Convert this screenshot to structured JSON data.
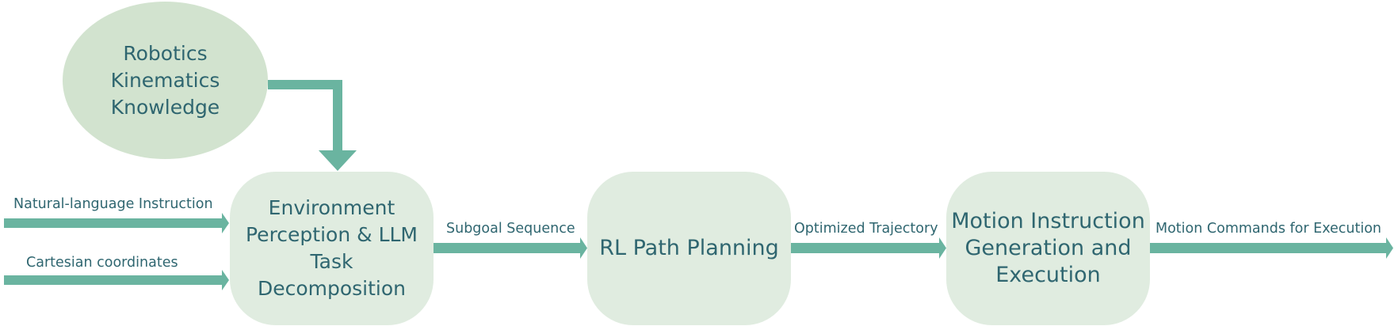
{
  "colors": {
    "arrow": "#6ab4a0",
    "node_fill": "#e0ece0",
    "ellipse_fill": "#d2e3cf",
    "text": "#2f6670"
  },
  "nodes": {
    "knowledge": "Robotics\nKinematics\nKnowledge",
    "perception": "Environment\nPerception & LLM\nTask\nDecomposition",
    "planning": "RL Path Planning",
    "motion": "Motion Instruction\nGeneration and\nExecution"
  },
  "edges": {
    "natural_language": "Natural-language Instruction",
    "cartesian": "Cartesian coordinates",
    "subgoal": "Subgoal Sequence",
    "trajectory": "Optimized Trajectory",
    "commands": "Motion Commands for Execution"
  }
}
